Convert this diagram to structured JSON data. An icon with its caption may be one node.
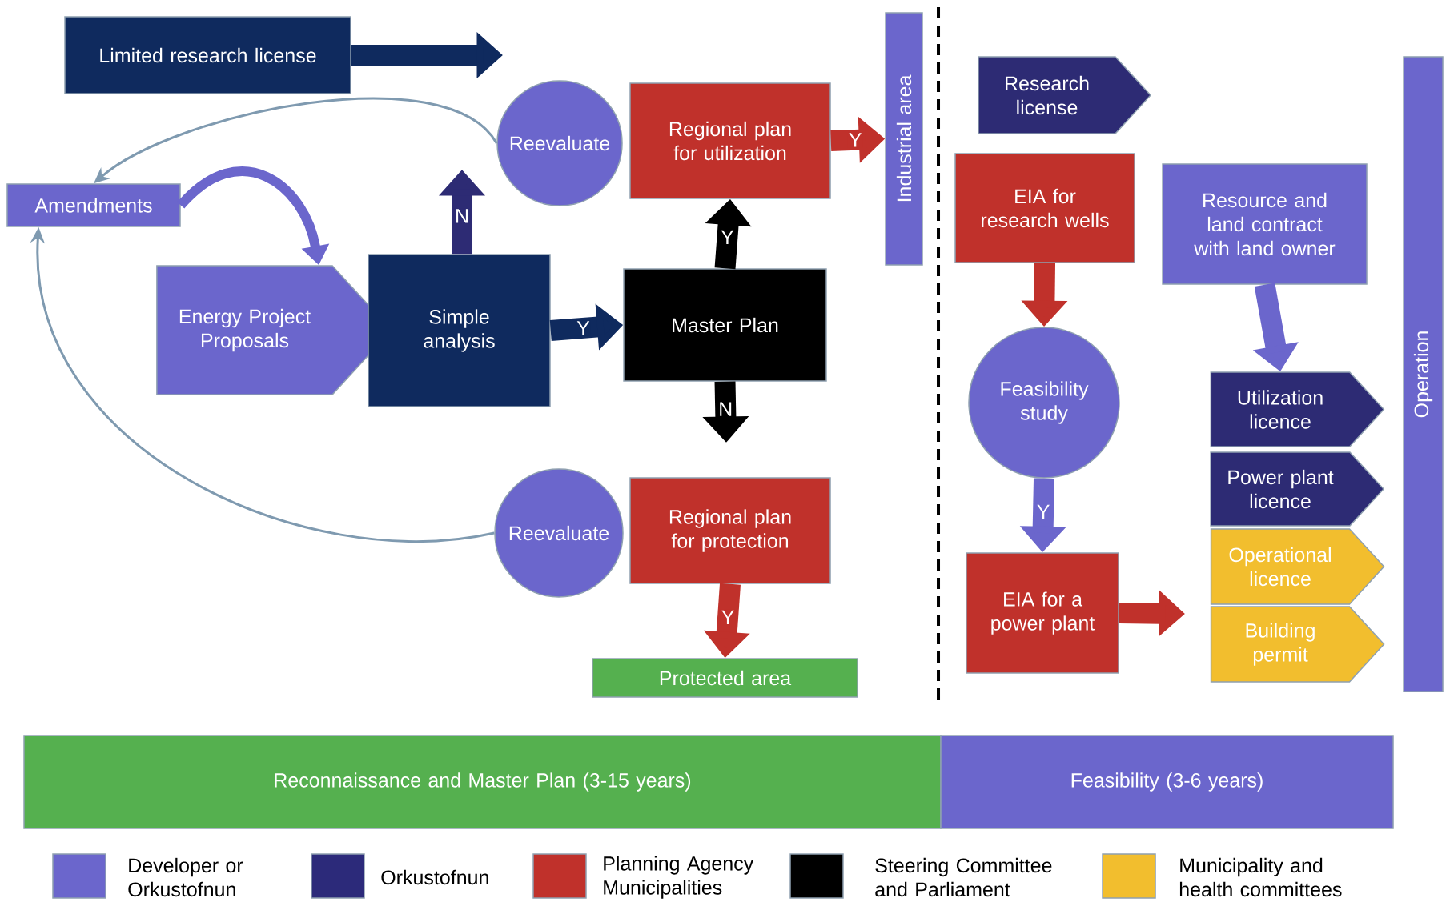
{
  "diagram": {
    "nodes": [
      {
        "text": [
          "Limited research license"
        ]
      },
      {
        "text": [
          "Reevaluate"
        ]
      },
      {
        "text": [
          "Regional plan for utilization"
        ]
      },
      {
        "text": [
          "Industrial area"
        ]
      },
      {
        "text": [
          "Amendments"
        ]
      },
      {
        "text": [
          "Energy Project Proposals"
        ]
      },
      {
        "text": [
          "Simple analysis"
        ]
      },
      {
        "text": [
          "Master Plan"
        ]
      },
      {
        "text": [
          "Reevaluate"
        ]
      },
      {
        "text": [
          "Regional plan for protection"
        ]
      },
      {
        "text": [
          "Protected area"
        ]
      },
      {
        "text": [
          "Research license"
        ]
      },
      {
        "text": [
          "EIA for research wells"
        ]
      },
      {
        "text": [
          "Resource and land contract with land owner"
        ]
      },
      {
        "text": [
          "Feasibility study"
        ]
      },
      {
        "text": [
          "Utilization licence"
        ]
      },
      {
        "text": [
          "Power plant licence"
        ]
      },
      {
        "text": [
          "Operational licence"
        ]
      },
      {
        "text": [
          "Building permit"
        ]
      },
      {
        "text": [
          "EIA for a power plant"
        ]
      },
      {
        "text": [
          "Operation"
        ]
      },
      {
        "text": [
          "Reconnaissance and Master Plan (3-15 years)"
        ]
      },
      {
        "text": [
          "Feasibility (3-6 years)"
        ]
      }
    ],
    "edges": [
      {
        "from": 0,
        "to": null,
        "arrow": "to",
        "color": "#0f2a5e"
      },
      {
        "from": 6,
        "to": null,
        "arrow": "to",
        "label": "N",
        "color": "#2d2b74"
      },
      {
        "from": 6,
        "to": 7,
        "arrow": "to",
        "label": "Y",
        "color": "#0f2a5e"
      },
      {
        "from": 7,
        "to": 2,
        "arrow": "to",
        "label": "Y",
        "color": "#000000"
      },
      {
        "from": 7,
        "to": null,
        "arrow": "to",
        "label": "N",
        "color": "#000000"
      },
      {
        "from": 2,
        "to": 3,
        "arrow": "to",
        "label": "Y",
        "color": "#c0312b"
      },
      {
        "from": 1,
        "to": 4,
        "arrow": "to",
        "color": "#7f9ab0"
      },
      {
        "from": 4,
        "to": 5,
        "arrow": "to",
        "color": "#6b66cc"
      },
      {
        "from": 8,
        "to": 4,
        "arrow": "to",
        "color": "#7f9ab0"
      },
      {
        "from": 9,
        "to": 10,
        "arrow": "to",
        "label": "Y",
        "color": "#c0312b"
      },
      {
        "from": 12,
        "to": 14,
        "arrow": "to",
        "color": "#c0312b"
      },
      {
        "from": 14,
        "to": 19,
        "arrow": "to",
        "label": "Y",
        "color": "#6b66cc"
      },
      {
        "from": 19,
        "to": null,
        "arrow": "to",
        "color": "#c0312b"
      },
      {
        "from": 13,
        "to": 15,
        "arrow": "to",
        "color": "#6b66cc"
      }
    ],
    "legend": [
      {
        "text": "Developer or Orkustofnun",
        "color": "#6b66cc"
      },
      {
        "text": "Orkustofnun",
        "color": "#2c2a7a"
      },
      {
        "text": "Planning Agency Municipalities",
        "color": "#c0312b"
      },
      {
        "text": "Steering Committee and Parliament",
        "color": "#000000"
      },
      {
        "text": "Municipality and health committees",
        "color": "#f2be2e"
      }
    ]
  }
}
